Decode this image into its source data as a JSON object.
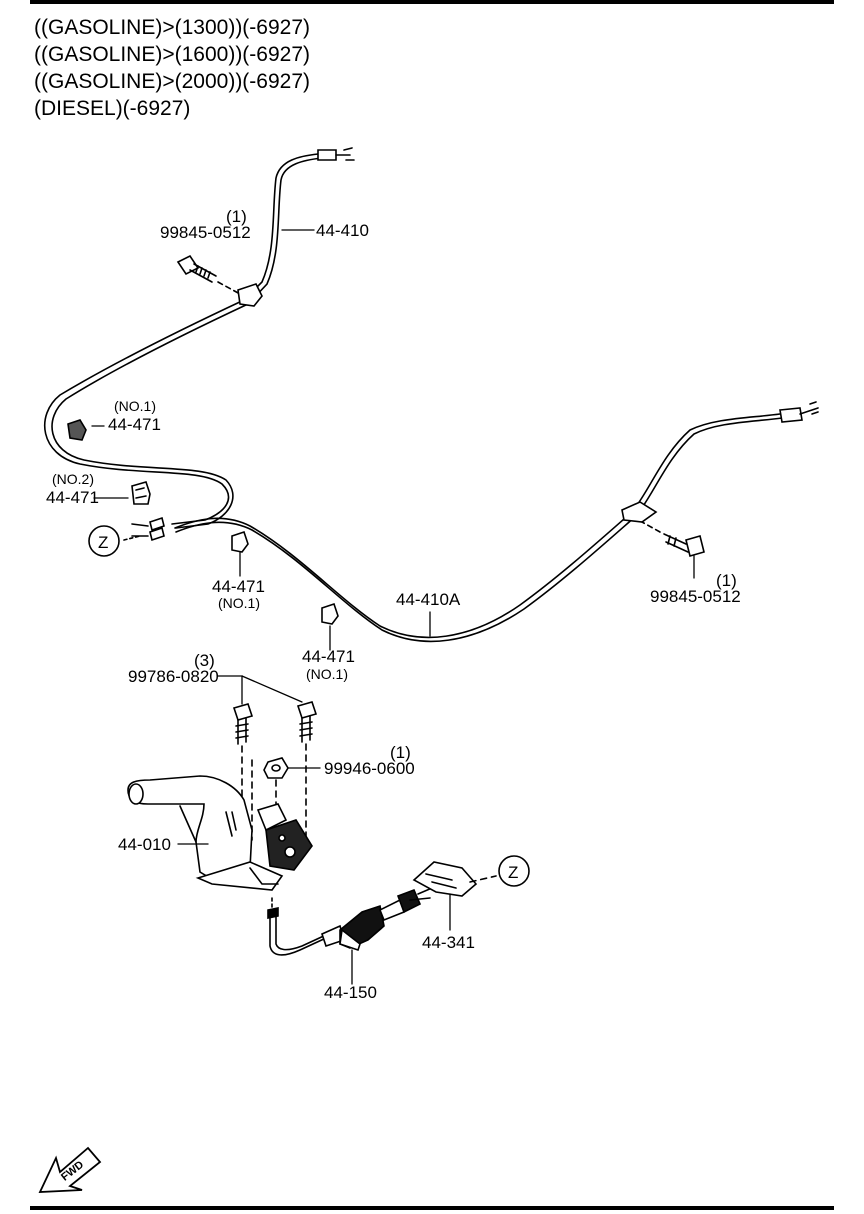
{
  "header": {
    "lines": [
      "((GASOLINE)>(1300))(-6927)",
      "((GASOLINE)>(1600))(-6927)",
      "((GASOLINE)>(2000))(-6927)",
      "(DIESEL)(-6927)"
    ]
  },
  "labels": {
    "cable_front": "44-410",
    "bolt_top_qty": "(1)",
    "bolt_top": "99845-0512",
    "clip_no1_a_note": "(NO.1)",
    "clip_no1_a": "44-471",
    "clip_no2_note": "(NO.2)",
    "clip_no2": "44-471",
    "ref_z_left": "Z",
    "clip_no1_b": "44-471",
    "clip_no1_b_note": "(NO.1)",
    "cable_rear": "44-410A",
    "clip_no1_c": "44-471",
    "clip_no1_c_note": "(NO.1)",
    "bolt_right_qty": "(1)",
    "bolt_right": "99845-0512",
    "bolts_lever_qty": "(3)",
    "bolts_lever": "99786-0820",
    "nut_qty": "(1)",
    "nut": "99946-0600",
    "lever": "44-010",
    "ref_z_right": "Z",
    "bracket": "44-341",
    "equalizer": "44-150",
    "fwd": "FWD"
  }
}
